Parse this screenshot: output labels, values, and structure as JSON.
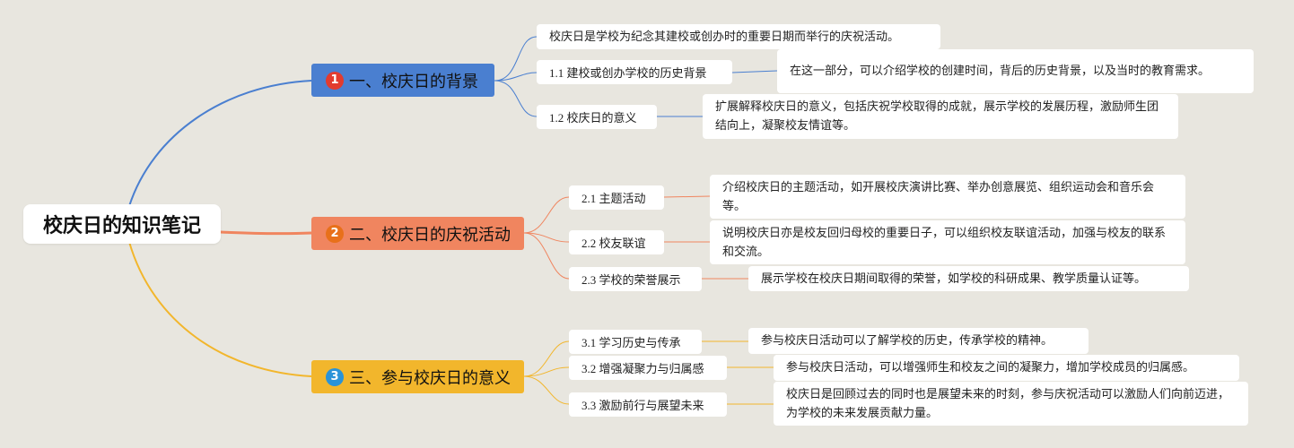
{
  "root": {
    "title": "校庆日的知识笔记"
  },
  "colors": {
    "blue": "#4a7fd0",
    "orange": "#f0855f",
    "yellow": "#f2b62c"
  },
  "branches": [
    {
      "badge": "1",
      "label": "一、校庆日的背景",
      "intro": "校庆日是学校为纪念其建校或创办时的重要日期而举行的庆祝活动。",
      "topics": [
        {
          "label": "1.1 建校或创办学校的历史背景",
          "note": "在这一部分，可以介绍学校的创建时间，背后的历史背景，以及当时的教育需求。"
        },
        {
          "label": "1.2 校庆日的意义",
          "note": "扩展解释校庆日的意义，包括庆祝学校取得的成就，展示学校的发展历程，激励师生团结向上，凝聚校友情谊等。"
        }
      ]
    },
    {
      "badge": "2",
      "label": "二、校庆日的庆祝活动",
      "topics": [
        {
          "label": "2.1 主题活动",
          "note": "介绍校庆日的主题活动，如开展校庆演讲比赛、举办创意展览、组织运动会和音乐会等。"
        },
        {
          "label": "2.2 校友联谊",
          "note": "说明校庆日亦是校友回归母校的重要日子，可以组织校友联谊活动，加强与校友的联系和交流。"
        },
        {
          "label": "2.3 学校的荣誉展示",
          "note": "展示学校在校庆日期间取得的荣誉，如学校的科研成果、教学质量认证等。"
        }
      ]
    },
    {
      "badge": "3",
      "label": "三、参与校庆日的意义",
      "topics": [
        {
          "label": "3.1 学习历史与传承",
          "note": "参与校庆日活动可以了解学校的历史，传承学校的精神。"
        },
        {
          "label": "3.2 增强凝聚力与归属感",
          "note": "参与校庆日活动，可以增强师生和校友之间的凝聚力，增加学校成员的归属感。"
        },
        {
          "label": "3.3 激励前行与展望未来",
          "note": "校庆日是回顾过去的同时也是展望未来的时刻，参与庆祝活动可以激励人们向前迈进，为学校的未来发展贡献力量。"
        }
      ]
    }
  ]
}
